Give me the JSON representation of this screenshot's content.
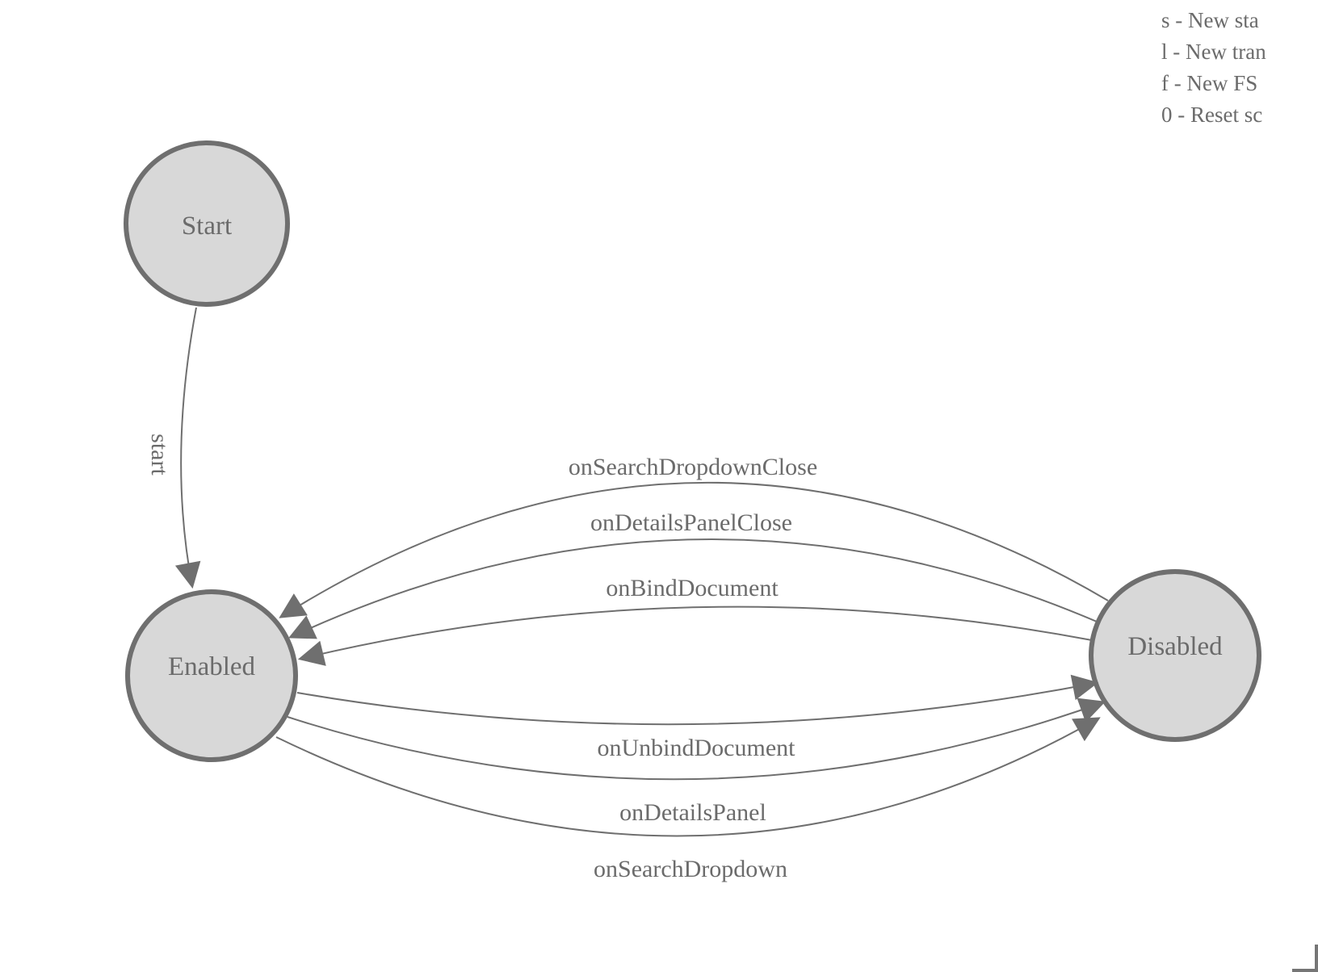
{
  "legend": {
    "lines": [
      "s - New sta",
      "l - New tran",
      "f - New FS",
      "0 - Reset sc"
    ]
  },
  "diagram": {
    "nodes": [
      {
        "id": "start",
        "label": "Start"
      },
      {
        "id": "enabled",
        "label": "Enabled"
      },
      {
        "id": "disabled",
        "label": "Disabled"
      }
    ],
    "edges": [
      {
        "from": "start",
        "to": "enabled",
        "label": "start"
      },
      {
        "from": "disabled",
        "to": "enabled",
        "label": "onSearchDropdownClose"
      },
      {
        "from": "disabled",
        "to": "enabled",
        "label": "onDetailsPanelClose"
      },
      {
        "from": "disabled",
        "to": "enabled",
        "label": "onBindDocument"
      },
      {
        "from": "enabled",
        "to": "disabled",
        "label": "onUnbindDocument"
      },
      {
        "from": "enabled",
        "to": "disabled",
        "label": "onDetailsPanel"
      },
      {
        "from": "enabled",
        "to": "disabled",
        "label": "onSearchDropdown"
      }
    ]
  },
  "colors": {
    "node_fill": "#d8d8d8",
    "node_stroke": "#6f6f6f",
    "edge_stroke": "#6f6f6f",
    "arrow_fill": "#6f6f6f",
    "label_text": "#6b6b6b"
  }
}
